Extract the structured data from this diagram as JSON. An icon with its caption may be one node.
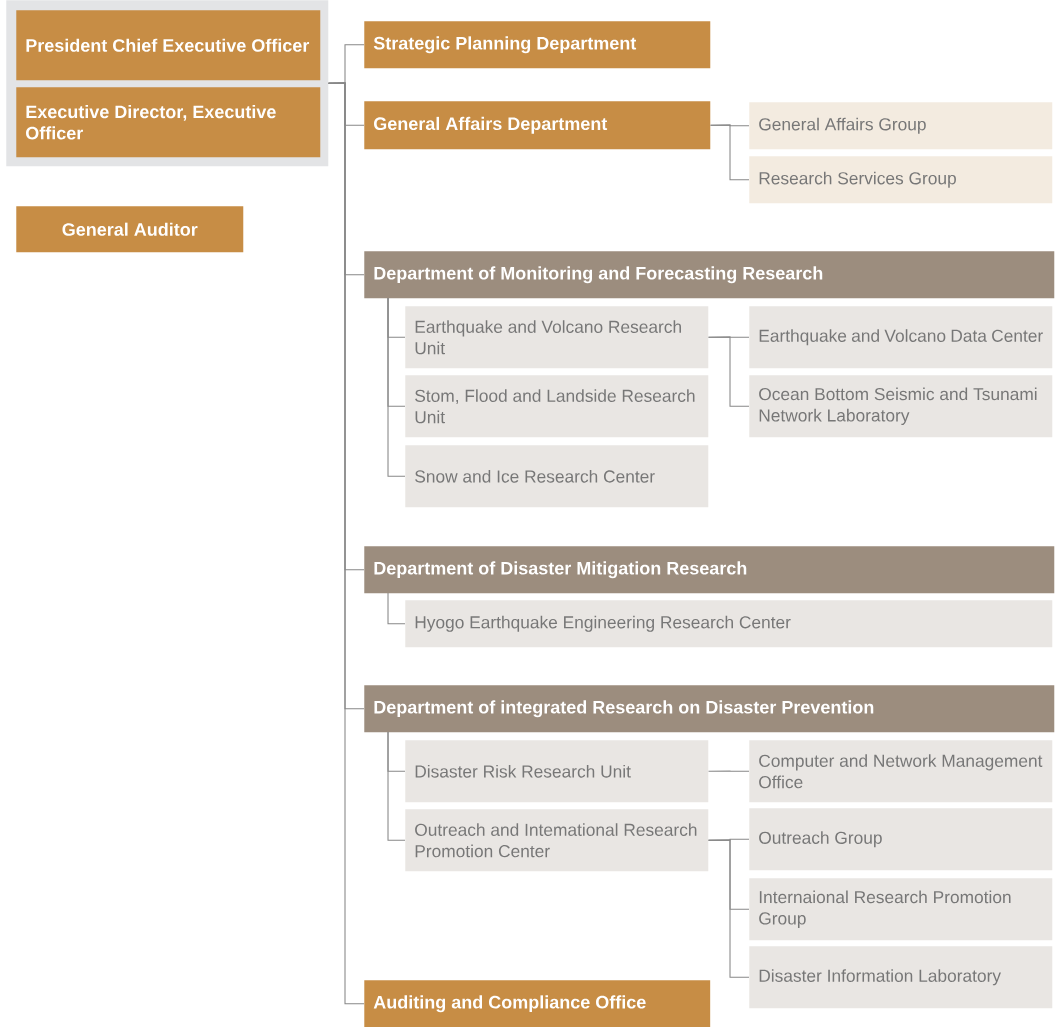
{
  "diagram": {
    "nodes": [
      {
        "text": [],
        "shape": "box"
      },
      {
        "text": [
          "President Chief Executive Officer"
        ],
        "in": 0
      },
      {
        "text": [
          "Executive Director, Executive Officer"
        ],
        "in": 0
      },
      {
        "text": [
          "General Auditor"
        ]
      },
      {
        "text": [
          "Strategic Planning Department"
        ]
      },
      {
        "text": [
          "General Affairs Department"
        ]
      },
      {
        "text": [
          "General Affairs Group"
        ]
      },
      {
        "text": [
          "Research Services Group"
        ]
      },
      {
        "text": [
          "Department of Monitoring and Forecasting Research"
        ]
      },
      {
        "text": [
          "Earthquake and Volcano Research Unit"
        ]
      },
      {
        "text": [
          "Stom, Flood and Landside Research Unit"
        ]
      },
      {
        "text": [
          "Snow and Ice Research Center"
        ]
      },
      {
        "text": [
          "Earthquake and Volcano Data Center"
        ]
      },
      {
        "text": [
          "Ocean Bottom Seismic and Tsunami Network Laboratory"
        ]
      },
      {
        "text": [
          "Department of Disaster Mitigation Research"
        ]
      },
      {
        "text": [
          "Hyogo Earthquake Engineering Research Center"
        ]
      },
      {
        "text": [
          "Department of integrated Research on Disaster Prevention"
        ]
      },
      {
        "text": [
          "Disaster Risk Research Unit"
        ]
      },
      {
        "text": [
          "Outreach and Intemational Research Promotion Center"
        ]
      },
      {
        "text": [
          "Computer and Network Management Office"
        ]
      },
      {
        "text": [
          "Outreach Group"
        ]
      },
      {
        "text": [
          "Internaional Research Promotion Group"
        ]
      },
      {
        "text": [
          "Disaster Information Laboratory"
        ]
      },
      {
        "text": [
          "Auditing and Compliance Office"
        ]
      }
    ],
    "edges": [
      {
        "from": 0,
        "to": 4,
        "arrow": "none"
      },
      {
        "from": 0,
        "to": 5,
        "arrow": "none"
      },
      {
        "from": 0,
        "to": 8,
        "arrow": "none"
      },
      {
        "from": 0,
        "to": 14,
        "arrow": "none"
      },
      {
        "from": 0,
        "to": 16,
        "arrow": "none"
      },
      {
        "from": 0,
        "to": 23,
        "arrow": "none"
      },
      {
        "from": 5,
        "to": 6,
        "arrow": "none"
      },
      {
        "from": 5,
        "to": 7,
        "arrow": "none"
      },
      {
        "from": 8,
        "to": 9,
        "arrow": "none"
      },
      {
        "from": 8,
        "to": 10,
        "arrow": "none"
      },
      {
        "from": 8,
        "to": 11,
        "arrow": "none"
      },
      {
        "from": 9,
        "to": 12,
        "arrow": "none"
      },
      {
        "from": 9,
        "to": 13,
        "arrow": "none"
      },
      {
        "from": 14,
        "to": 15,
        "arrow": "none"
      },
      {
        "from": 16,
        "to": 17,
        "arrow": "none"
      },
      {
        "from": 16,
        "to": 18,
        "arrow": "none"
      },
      {
        "from": 17,
        "to": 19,
        "arrow": "none"
      },
      {
        "from": 18,
        "to": 20,
        "arrow": "none"
      },
      {
        "from": 18,
        "to": 21,
        "arrow": "none"
      },
      {
        "from": 18,
        "to": 22,
        "arrow": "none"
      }
    ]
  }
}
